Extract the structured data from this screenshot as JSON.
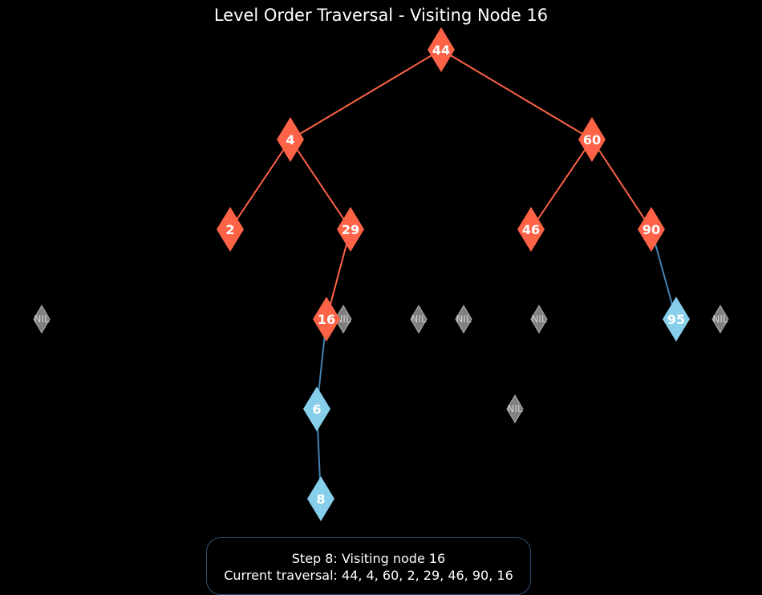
{
  "title": "Level Order Traversal - Visiting Node 16",
  "colors": {
    "background": "#000000",
    "visited": "#ff6347",
    "unvisited": "#87ceeb",
    "visited_edge": "#ff6347",
    "unvisited_edge": "#4682b4",
    "nil": "#808080"
  },
  "nodes": [
    {
      "id": "n44",
      "label": "44",
      "state": "visited"
    },
    {
      "id": "n4",
      "label": "4",
      "state": "visited"
    },
    {
      "id": "n60",
      "label": "60",
      "state": "visited"
    },
    {
      "id": "n2",
      "label": "2",
      "state": "visited"
    },
    {
      "id": "n29",
      "label": "29",
      "state": "visited"
    },
    {
      "id": "n46",
      "label": "46",
      "state": "visited"
    },
    {
      "id": "n90",
      "label": "90",
      "state": "visited"
    },
    {
      "id": "n16",
      "label": "16",
      "state": "visited"
    },
    {
      "id": "n95",
      "label": "95",
      "state": "unvisited"
    },
    {
      "id": "n6",
      "label": "6",
      "state": "unvisited"
    },
    {
      "id": "n8",
      "label": "8",
      "state": "unvisited"
    }
  ],
  "nil_nodes": [
    {
      "id": "nil1",
      "label": "NIL"
    },
    {
      "id": "nil2",
      "label": "NIL"
    },
    {
      "id": "nil3",
      "label": "NIL"
    },
    {
      "id": "nil4",
      "label": "NIL"
    },
    {
      "id": "nil5",
      "label": "NIL"
    },
    {
      "id": "nil6",
      "label": "NIL"
    },
    {
      "id": "nil7",
      "label": "NIL"
    }
  ],
  "edges": [
    {
      "from": "n44",
      "to": "n4",
      "state": "visited"
    },
    {
      "from": "n44",
      "to": "n60",
      "state": "visited"
    },
    {
      "from": "n4",
      "to": "n2",
      "state": "visited"
    },
    {
      "from": "n4",
      "to": "n29",
      "state": "visited"
    },
    {
      "from": "n60",
      "to": "n46",
      "state": "visited"
    },
    {
      "from": "n60",
      "to": "n90",
      "state": "visited"
    },
    {
      "from": "n29",
      "to": "n16",
      "state": "visited"
    },
    {
      "from": "n90",
      "to": "n95",
      "state": "unvisited"
    },
    {
      "from": "n16",
      "to": "n6",
      "state": "unvisited"
    },
    {
      "from": "n6",
      "to": "n8",
      "state": "unvisited"
    }
  ],
  "status": {
    "line1": "Step 8: Visiting node 16",
    "line2": "Current traversal: 44, 4, 60, 2, 29, 46, 90, 16"
  }
}
